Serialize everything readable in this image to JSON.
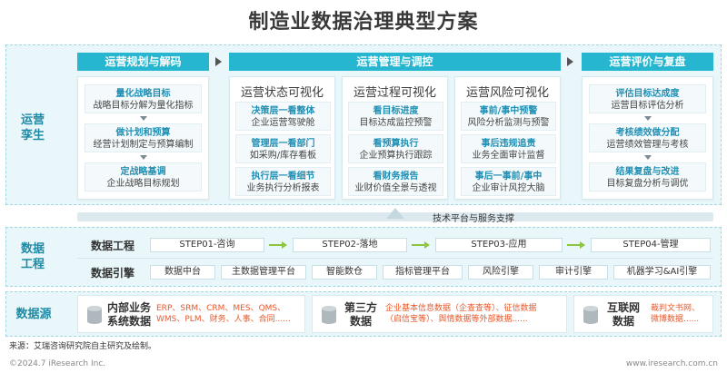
{
  "title": "制造业数据治理典型方案",
  "operations": {
    "label_line1": "运营",
    "label_line2": "孪生",
    "plan": {
      "header": "运营规划与解码",
      "items": [
        {
          "h": "量化战略目标",
          "s": "战略目标分解为量化指标"
        },
        {
          "h": "做计划和预算",
          "s": "经营计划制定与预算编制"
        },
        {
          "h": "定战略基调",
          "s": "企业战略目标规划"
        }
      ]
    },
    "manage": {
      "header": "运营管理与调控",
      "groups": [
        {
          "title": "运营状态可视化",
          "items": [
            {
              "h": "决策层一看整体",
              "s": "企业运营驾驶舱"
            },
            {
              "h": "管理层一看部门",
              "s": "如采购/库存看板"
            },
            {
              "h": "执行层一看细节",
              "s": "业务执行分析报表"
            }
          ]
        },
        {
          "title": "运营过程可视化",
          "items": [
            {
              "h": "看目标进度",
              "s": "目标达成监控预警"
            },
            {
              "h": "看预算执行",
              "s": "企业预算执行跟踪"
            },
            {
              "h": "看财务报告",
              "s": "业财价值全景与透视"
            }
          ]
        },
        {
          "title": "运营风险可视化",
          "items": [
            {
              "h": "事前/事中预警",
              "s": "风险分析监测与预警"
            },
            {
              "h": "事后违规追责",
              "s": "业务全面审计监督"
            },
            {
              "h": "事后一事前/事中",
              "s": "企业审计风控大脑"
            }
          ]
        }
      ]
    },
    "eval": {
      "header": "运营评价与复盘",
      "items": [
        {
          "h": "评估目标达成度",
          "s": "运营目标评估分析"
        },
        {
          "h": "考核绩效做分配",
          "s": "运营绩效管理与考核"
        },
        {
          "h": "结果复盘与改进",
          "s": "目标复盘分析与调优"
        }
      ]
    },
    "support": "技术平台与服务支撑"
  },
  "engineering": {
    "label_line1": "数据",
    "label_line2": "工程",
    "row1_label": "数据工程",
    "steps": [
      "STEP01-咨询",
      "STEP02-落地",
      "STEP03-应用",
      "STEP04-管理"
    ],
    "row2_label": "数据引擎",
    "engines": [
      "数据中台",
      "主数据管理平台",
      "智能数仓",
      "指标管理平台",
      "风险引擎",
      "审计引擎",
      "机器学习&AI引擎"
    ]
  },
  "sources": {
    "label": "数据源",
    "items": [
      {
        "title_line1": "内部业务",
        "title_line2": "系统数据",
        "desc_line1": "ERP、SRM、CRM、MES、QMS、",
        "desc_line2": "WMS、PLM、财务、人事、合同......"
      },
      {
        "title_line1": "第三方",
        "title_line2": "数据",
        "desc_line1": "企业基本信息数据（企查查等）、征信数据",
        "desc_line2": "（启信宝等）、舆情数据等外部数据......"
      },
      {
        "title_line1": "互联网",
        "title_line2": "数据",
        "desc_line1": "裁判文书网、",
        "desc_line2": "微博数据......"
      }
    ]
  },
  "footer": {
    "source": "来源：艾瑞咨询研究院自主研究及绘制。",
    "copyright": "©2024.7 iResearch Inc.",
    "url": "www.iresearch.com.cn"
  },
  "colors": {
    "accent": "#27b6d0",
    "highlight": "#1f8fb4",
    "arrow_green": "#8cc63f",
    "source_text": "#e8582a"
  }
}
